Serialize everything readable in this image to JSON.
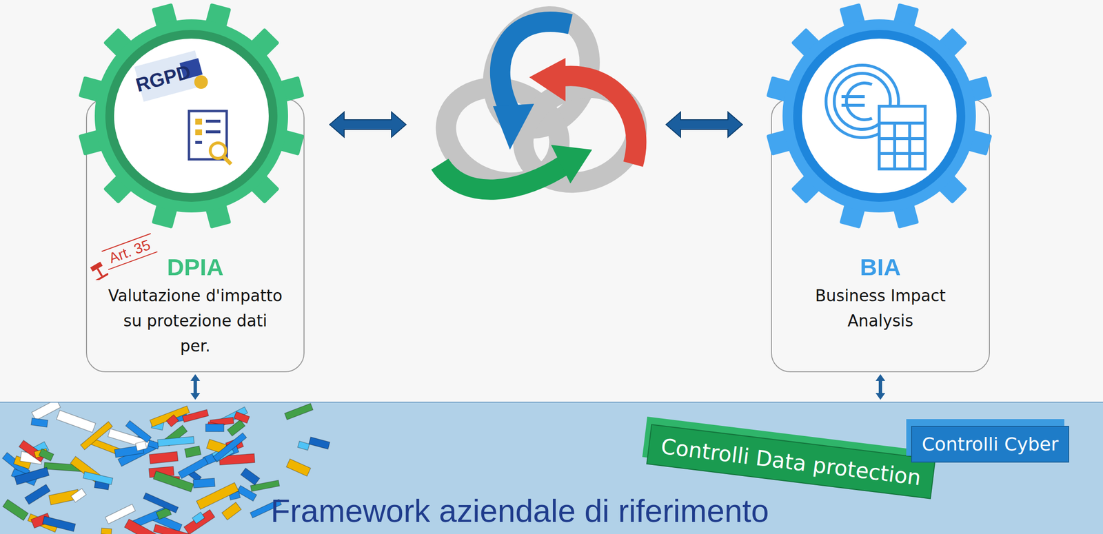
{
  "diagram": {
    "nodes": [
      {
        "text": [
          "DPIA",
          "Valutazione d'impatto su protezione dati per."
        ]
      },
      {
        "text": [
          "BIA",
          "Business Impact Analysis"
        ]
      },
      {
        "text": [
          "Framework aziendale di riferimento"
        ]
      },
      {
        "text": [
          "Controlli Data protection"
        ],
        "in": 2
      },
      {
        "text": [
          "Controlli Cyber"
        ],
        "in": 2
      }
    ],
    "edges": [
      {
        "from": 0,
        "to": 2,
        "arrow": "both"
      },
      {
        "from": 1,
        "to": 2,
        "arrow": "both"
      }
    ],
    "labels": [
      "Art. 35",
      "RGPD"
    ]
  }
}
